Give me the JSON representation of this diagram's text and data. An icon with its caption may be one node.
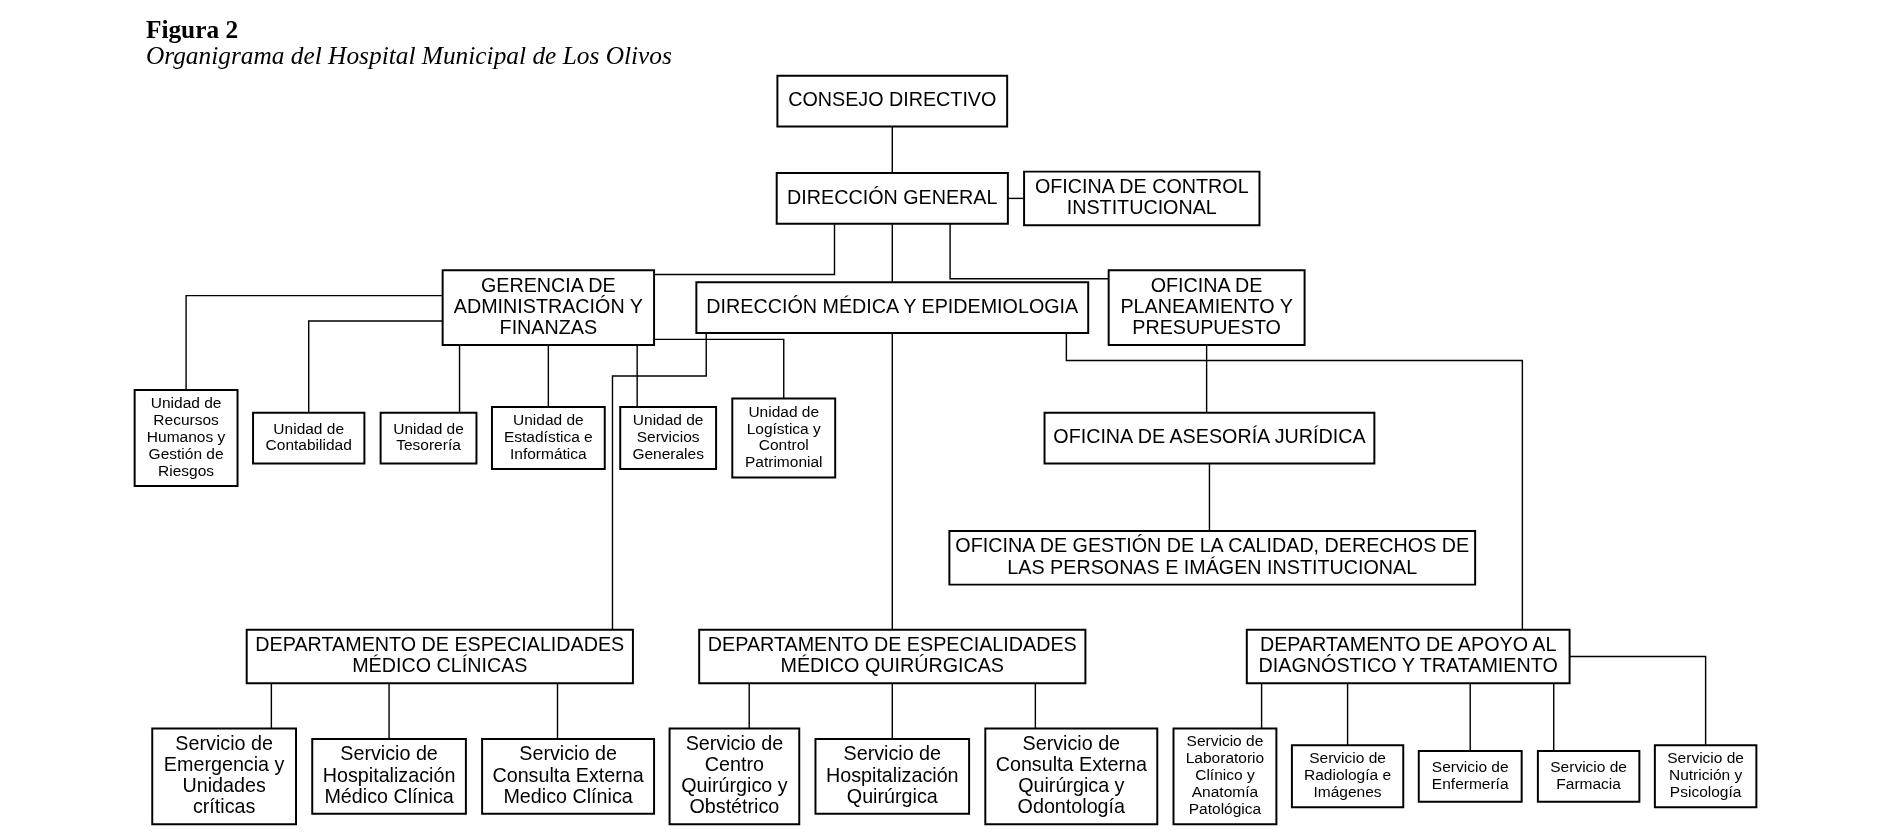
{
  "diagram": {
    "title": "Figura 2",
    "caption": "Organigrama del Hospital Municipal de Los Olivos",
    "nodes": [
      {
        "text": [
          "CONSEJO DIRECTIVO"
        ]
      },
      {
        "text": [
          "OFICINA DE CONTROL INSTITUCIONAL"
        ]
      },
      {
        "text": [
          "DIRECCIÓN GENERAL"
        ]
      },
      {
        "text": [
          "GERENCIA DE ADMINISTRACIÓN Y FINANZAS"
        ]
      },
      {
        "text": [
          "DIRECCIÓN MÉDICA Y EPIDEMIOLOGIA"
        ]
      },
      {
        "text": [
          "OFICINA DE PLANEAMIENTO Y PRESUPUESTO"
        ]
      },
      {
        "text": [
          "OFICINA DE ASESORÍA JURÍDICA"
        ]
      },
      {
        "text": [
          "OFICINA DE GESTIÓN DE LA CALIDAD, DERECHOS DE LAS PERSONAS E IMÁGEN INSTITUCIONAL"
        ]
      },
      {
        "text": [
          "Unidad de Recursos Humanos y Gestión de Riesgos"
        ]
      },
      {
        "text": [
          "Unidad de Contabilidad"
        ]
      },
      {
        "text": [
          "Unidad de Tesorería"
        ]
      },
      {
        "text": [
          "Unidad de Estadística e Informática"
        ]
      },
      {
        "text": [
          "Unidad de Servicios Generales"
        ]
      },
      {
        "text": [
          "Unidad de Logística y Control Patrimonial"
        ]
      },
      {
        "text": [
          "DEPARTAMENTO DE ESPECIALIDADES MÉDICO CLÍNICAS"
        ]
      },
      {
        "text": [
          "DEPARTAMENTO DE ESPECIALIDADES MÉDICO QUIRÚRGICAS"
        ]
      },
      {
        "text": [
          "DEPARTAMENTO DE APOYO AL DIAGNÓSTICO Y TRATAMIENTO"
        ]
      },
      {
        "text": [
          "Servicio de Emergencia y Unidades críticas"
        ]
      },
      {
        "text": [
          "Servicio de Hospitalización Médico Clínica"
        ]
      },
      {
        "text": [
          "Servicio de Consulta Externa Medico Clínica"
        ]
      },
      {
        "text": [
          "Servicio de Centro Quirúrgico y Obstétrico"
        ]
      },
      {
        "text": [
          "Servicio de Hospitalización Quirúrgica"
        ]
      },
      {
        "text": [
          "Servicio de Consulta Externa Quirúrgica y Odontología"
        ]
      },
      {
        "text": [
          "Servicio de Laboratorio Clínico y Anatomía Patológica"
        ]
      },
      {
        "text": [
          "Servicio de Radiología e Imágenes"
        ]
      },
      {
        "text": [
          "Servicio de Enfermería"
        ]
      },
      {
        "text": [
          "Servicio de Farmacia"
        ]
      },
      {
        "text": [
          "Servicio de Nutrición y Psicología"
        ]
      }
    ],
    "edges": [
      {
        "from": 0,
        "to": 2,
        "arrow": "none"
      },
      {
        "from": 2,
        "to": 1,
        "arrow": "none"
      },
      {
        "from": 2,
        "to": 3,
        "arrow": "none"
      },
      {
        "from": 2,
        "to": 4,
        "arrow": "none"
      },
      {
        "from": 2,
        "to": 5,
        "arrow": "none"
      },
      {
        "from": 5,
        "to": 6,
        "arrow": "none"
      },
      {
        "from": 6,
        "to": 7,
        "arrow": "none"
      },
      {
        "from": 3,
        "to": 8,
        "arrow": "none"
      },
      {
        "from": 3,
        "to": 9,
        "arrow": "none"
      },
      {
        "from": 3,
        "to": 10,
        "arrow": "none"
      },
      {
        "from": 3,
        "to": 11,
        "arrow": "none"
      },
      {
        "from": 3,
        "to": 12,
        "arrow": "none"
      },
      {
        "from": 3,
        "to": 13,
        "arrow": "none"
      },
      {
        "from": 4,
        "to": 14,
        "arrow": "none"
      },
      {
        "from": 4,
        "to": 15,
        "arrow": "none"
      },
      {
        "from": 4,
        "to": 16,
        "arrow": "none"
      },
      {
        "from": 14,
        "to": 17,
        "arrow": "none"
      },
      {
        "from": 14,
        "to": 18,
        "arrow": "none"
      },
      {
        "from": 14,
        "to": 19,
        "arrow": "none"
      },
      {
        "from": 15,
        "to": 20,
        "arrow": "none"
      },
      {
        "from": 15,
        "to": 21,
        "arrow": "none"
      },
      {
        "from": 15,
        "to": 22,
        "arrow": "none"
      },
      {
        "from": 16,
        "to": 23,
        "arrow": "none"
      },
      {
        "from": 16,
        "to": 24,
        "arrow": "none"
      },
      {
        "from": 16,
        "to": 25,
        "arrow": "none"
      },
      {
        "from": 16,
        "to": 26,
        "arrow": "none"
      },
      {
        "from": 16,
        "to": 27,
        "arrow": "none"
      }
    ]
  }
}
